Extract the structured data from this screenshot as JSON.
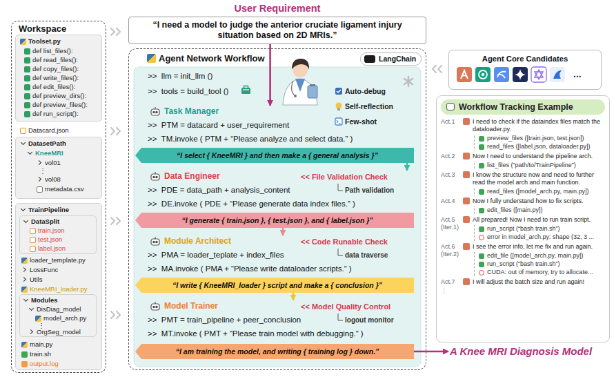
{
  "diagram": {
    "nodes": [
      {
        "text": [
          "Workspace",
          "Datacard.json"
        ]
      },
      {
        "text": [
          "Toolset.py",
          "def list_files():",
          "def read_files():",
          "def copy_files():",
          "def write_files():",
          "def edit_files():",
          "def preview_dirs():",
          "def preview_files():",
          "def run_script():"
        ],
        "in": 0
      },
      {
        "text": [
          "DatasetPath",
          "KneeMRI",
          "vol01",
          "⋮",
          "vol08",
          "metadata.csv"
        ],
        "in": 0
      },
      {
        "text": [
          "TrainPipeline",
          "loader_template.py",
          "LossFunc",
          "Utils",
          "KneeMRI_loader.py",
          "main.py",
          "train.sh",
          "output.log"
        ],
        "in": 0
      },
      {
        "text": [
          "DataSplit",
          "train.json",
          "test.json",
          "label.json"
        ],
        "in": 3
      },
      {
        "text": [
          "Modules",
          "DisDiag_model",
          "model_arch.py",
          "⋮",
          "OrgSeg_model"
        ],
        "in": 3
      },
      {
        "text": [
          "User Requirement",
          "“I need a model to judge the anterior cruciate ligament injury situation based on 2D MRIs.”"
        ]
      },
      {
        "text": [
          "Agent Network Workflow"
        ]
      },
      {
        "text": [
          "LangChain"
        ],
        "in": 7
      },
      {
        "text": [
          "Task Manager",
          ">>  PTM = datacard + user_requirement",
          ">>  TM.invoke ( PTM + “Please analyze and select data.” )"
        ],
        "in": 7
      },
      {
        "text": [
          "“I select { KneeMRI } and then make a { general analysis }”"
        ],
        "in": 7
      },
      {
        "text": [
          "Data Engineer",
          ">>  PDE = data_path + analysis_content",
          ">>  DE.invoke ( PDE + “Please generate data index files.” )"
        ],
        "in": 7
      },
      {
        "text": [
          "“I generate { train.json }, { test.json }, and { label.json }”"
        ],
        "in": 7
      },
      {
        "text": [
          "Module Architect",
          ">>  PMA = loader_teplate + index_files",
          ">>  MA.invoke ( PMA + “Please write dataloader scripts.” )"
        ],
        "in": 7
      },
      {
        "text": [
          "“I write { KneeMRI_loader } script and make a { conclusion }”"
        ],
        "in": 7
      },
      {
        "text": [
          "Model Trainer",
          ">>  PMT = train_pipeline + peer_conclusion",
          ">>  MT.invoke ( PMT + “Please train model with debugging.” )"
        ],
        "in": 7
      },
      {
        "text": [
          "“I am training the model, and writing { training log } down.”"
        ],
        "in": 7
      },
      {
        "text": [
          "Agent Core Candidates",
          "..."
        ]
      },
      {
        "text": [
          "Workflow Tracking Example",
          "Act.1",
          "I need to check if the dataindex files match the dataloader.py.",
          "preview_files ([train.json, test.json])",
          "read_files ([label.json, dataloader.py])",
          "Act.2",
          "Now I need to understand the pipeline arch.",
          "list_files (“path/to/TrainPipeline”)",
          "Act.3",
          "I know the structure now and need to further read the model arch and main function.",
          "read_files ([model_arch.py, main.py])",
          "Act.4",
          "Now I fully understand how to fix scripts.",
          "edit_files ([main.py])",
          "Act.5",
          "(Iter.1)",
          "All prepared! Now I need to run train script.",
          "run_script (“bash train.sh”)",
          "error in model_arch.py: shape (32, 3 ...",
          "Act.6",
          "(Iter.2)",
          "I see the error info, let me fix and run again.",
          "edit_file ([model_arch.py, main.py])",
          "run_script (“bash train.sh”)",
          "CUDA: out of memory, try to allocate...",
          "Act.7",
          "I will adjust the batch size and run again!",
          "⋮"
        ]
      },
      {
        "text": [
          "A Knee MRI Diagnosis Model"
        ]
      }
    ],
    "edges": [
      {
        "from": 6,
        "to": 9,
        "arrow": "to"
      },
      {
        "from": 10,
        "to": 11,
        "arrow": "to"
      },
      {
        "from": 12,
        "to": 13,
        "arrow": "to"
      },
      {
        "from": 14,
        "to": 15,
        "arrow": "to"
      },
      {
        "from": 16,
        "to": 19,
        "arrow": "to"
      }
    ],
    "labels": [
      ">>  llm = init_llm ()",
      ">>  tools = build_tool ()",
      "Auto-debug",
      "Self-reflection",
      "Few-shot",
      "<< File Validation Check",
      "Path validation",
      "<< Code Runable Check",
      "data traverse",
      "<< Model Quality Control",
      "logout monitor"
    ]
  }
}
